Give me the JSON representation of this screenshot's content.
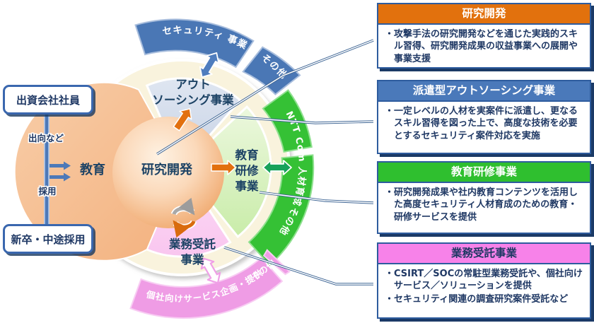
{
  "colors": {
    "navy_text": "#1f3864",
    "callout_border": "#2e5c9e",
    "header_research": "#e2710d",
    "header_dispatch": "#4a79ba",
    "header_training": "#2fbf2f",
    "header_contract": "#f782e9",
    "arc_security": "#4a77b5",
    "arc_ntt": "#35c135",
    "arc_custom": "#ef9ce5",
    "flow_blue": "#4d79b8"
  },
  "flow": {
    "investor_box": "出資会社社員",
    "recruit_box": "新卒・中途採用",
    "secondment_label": "出向など",
    "hiring_label": "採用"
  },
  "circle": {
    "center": "研究開発",
    "education": "教育",
    "outsourcing_l1": "アウト",
    "outsourcing_l2": "ソーシング事業",
    "training_l1": "教育",
    "training_l2": "研修",
    "training_l3": "事業",
    "contract_l1": "業務受託",
    "contract_l2": "事業",
    "arc_security": "セキュリティ 事業",
    "arc_security_other": "その他",
    "arc_ntt": "NTT Com 人材育成",
    "arc_ntt_other": "その他",
    "arc_custom": "個社向けサービス企画・提供",
    "arc_custom_other": "その他"
  },
  "callouts": [
    {
      "title": "研究開発",
      "bullets": [
        "攻撃手法の研究開発などを通じた実践的スキル習得、研究開発成果の収益事業への展開や事業支援"
      ]
    },
    {
      "title": "派遣型アウトソーシング事業",
      "bullets": [
        "一定レベルの人材を実案件に派遣し、更なるスキル習得を図った上で、高度な技術を必要とするセキュリティ案件対応を実施"
      ]
    },
    {
      "title": "教育研修事業",
      "bullets": [
        "研究開発成果や社内教育コンテンツを活用した高度セキュリティ人材育成のための教育・研修サービスを提供"
      ]
    },
    {
      "title": "業務受託事業",
      "bullets": [
        "CSIRT／SOCの常駐型業務受託や、個社向けサービス／ソリューションを提供",
        "セキュリティ関連の調査研究案件受託など"
      ]
    }
  ]
}
